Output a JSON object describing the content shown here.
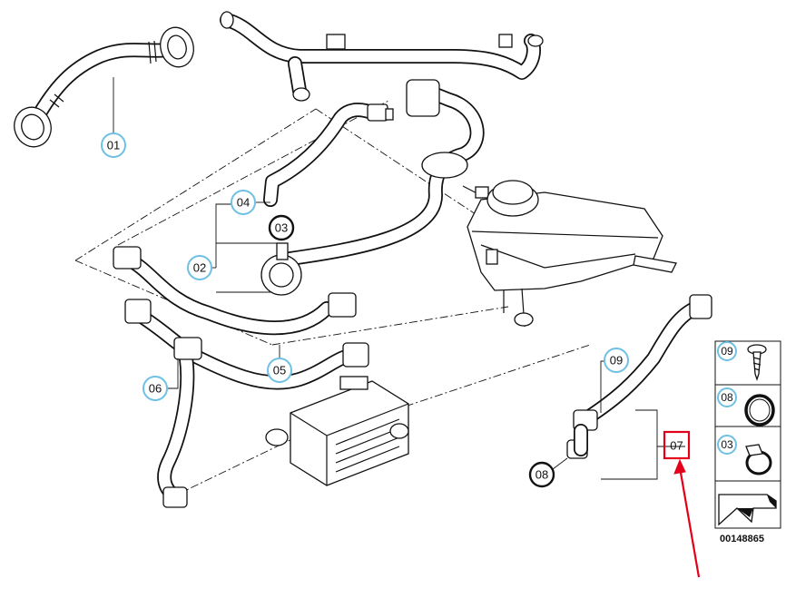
{
  "callouts": {
    "c01": "01",
    "c02": "02",
    "c03": "03",
    "c04": "04",
    "c05": "05",
    "c06": "06",
    "c07": "07",
    "c08": "08",
    "c09": "09"
  },
  "legend": {
    "items": [
      "09",
      "08",
      "03"
    ]
  },
  "diagram_number": "00148865",
  "colors": {
    "callout_ring": "#6ec1e4",
    "highlight": "#e3001b",
    "line": "#111111"
  }
}
